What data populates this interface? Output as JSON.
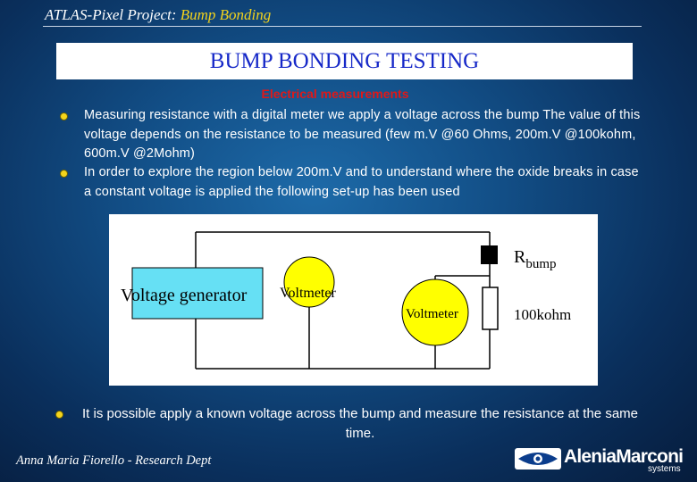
{
  "header": {
    "prefix": "ATLAS-Pixel Project:",
    "project": "Bump Bonding"
  },
  "title": "BUMP BONDING TESTING",
  "subtitle": "Electrical measurements",
  "bullets": [
    "Measuring resistance with a digital meter we apply a voltage across the bump The value of this voltage depends on the resistance to be measured (few m.V @60 Ohms, 200m.V @100kohm, 600m.V @2Mohm)",
    "In order to explore the region below 200m.V and to understand where the oxide breaks in case a constant voltage is applied  the following set-up has been used"
  ],
  "circuit": {
    "voltage_generator": "Voltage generator",
    "voltmeter_1": "Voltmeter",
    "voltmeter_2": "Voltmeter",
    "r_label": "R",
    "r_sub": "bump",
    "resistor_value": "100kohm"
  },
  "conclusion": "It is possible apply a known voltage across the bump and measure the resistance at the same time.",
  "footer": "Anna Maria Fiorello - Research Dept",
  "logo": {
    "name": "AleniaMarconi",
    "sub": "systems"
  },
  "colors": {
    "title_text": "#1628c8",
    "subtitle": "#e01818",
    "accent_yellow": "#f5d51c",
    "gen_box": "#66e0f4"
  }
}
